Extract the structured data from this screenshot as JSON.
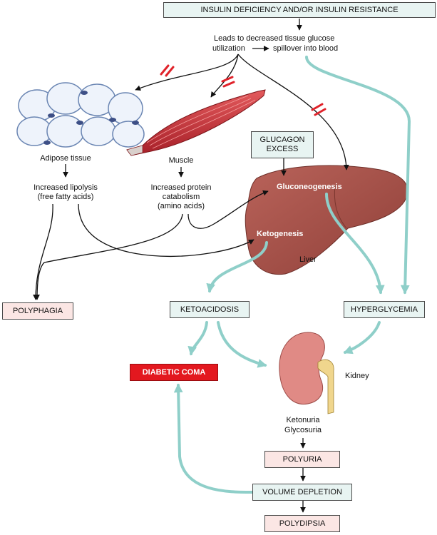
{
  "nodes": {
    "insulin": "INSULIN DEFICIENCY AND/OR INSULIN RESISTANCE",
    "leads_line1": "Leads to decreased tissue glucose",
    "leads_utilization": "utilization",
    "leads_spillover": "spillover into blood",
    "adipose": "Adipose tissue",
    "lipolysis_line1": "Increased lipolysis",
    "lipolysis_line2": "(free fatty acids)",
    "muscle": "Muscle",
    "protein_line1": "Increased protein",
    "protein_line2": "catabolism",
    "protein_line3": "(amino acids)",
    "glucagon_line1": "GLUCAGON",
    "glucagon_line2": "EXCESS",
    "gluconeogenesis": "Gluconeogenesis",
    "ketogenesis": "Ketogenesis",
    "liver": "Liver",
    "polyphagia": "POLYPHAGIA",
    "ketoacidosis": "KETOACIDOSIS",
    "hyperglycemia": "HYPERGLYCEMIA",
    "diabetic_coma": "DIABETIC COMA",
    "kidney": "Kidney",
    "ketonuria": "Ketonuria",
    "glycosuria": "Glycosuria",
    "polyuria": "POLYURIA",
    "volume_depletion": "VOLUME DEPLETION",
    "polydipsia": "POLYDIPSIA"
  },
  "colors": {
    "box_fill_teal": "#e8f4f2",
    "box_fill_pink": "#fbe6e4",
    "coma_red": "#e3181f",
    "teal_arrow": "#8fcfc9",
    "liver": "#a8524a",
    "muscle": "#c8373c",
    "kidney": "#e08a85",
    "block_mark": "#e0222a"
  }
}
